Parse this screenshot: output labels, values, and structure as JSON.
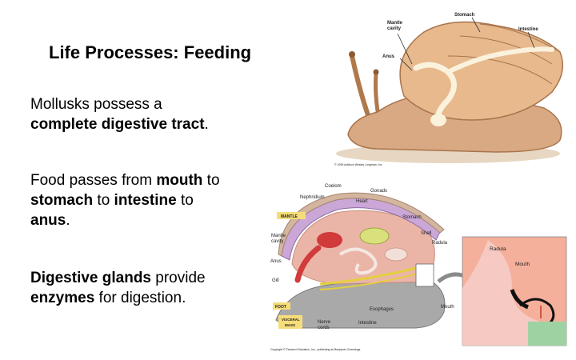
{
  "slide": {
    "title": "Life Processes: Feeding",
    "bullet1": {
      "line1": "Mollusks possess a",
      "bold": "complete digestive tract",
      "end": "."
    },
    "bullet2": {
      "t1": "Food passes from ",
      "b1": "mouth",
      "t2": " to",
      "b2": "stomach",
      "t3": " to ",
      "b3": "intestine",
      "t4": " to",
      "b4": "anus",
      "t5": "."
    },
    "bullet3": {
      "b1": "Digestive glands",
      "t1": " provide",
      "b2": "enzymes",
      "t2": " for digestion."
    }
  },
  "snail_figure": {
    "labels": {
      "mantle_cavity_1": "Mantle",
      "mantle_cavity_2": "cavity",
      "stomach": "Stomach",
      "intestine": "Intestine",
      "anus": "Anus",
      "copyright": "© 1999 Addison Wesley Longman, Inc."
    }
  },
  "mollusk_figure": {
    "labels": {
      "coelom": "Coelom",
      "gonads": "Gonads",
      "nephridium": "Nephridium",
      "heart": "Heart",
      "mantle": "MANTLE",
      "stomach": "Stomach",
      "shell": "Shell",
      "radula": "Radula",
      "mantle_cavity_1": "Mantle",
      "mantle_cavity_2": "cavity",
      "anus": "Anus",
      "gill": "Gill",
      "foot": "FOOT",
      "mouth": "Mouth",
      "esophagus": "Esophagus",
      "visceral_1": "VISCERAL",
      "visceral_2": "MASS",
      "nerve_1": "Nerve",
      "nerve_2": "cords",
      "intestine": "Intestine",
      "inset_radula": "Radula",
      "inset_mouth": "Mouth",
      "copyright": "Copyright © Pearson Education, Inc., publishing as Benjamin Cummings."
    }
  }
}
